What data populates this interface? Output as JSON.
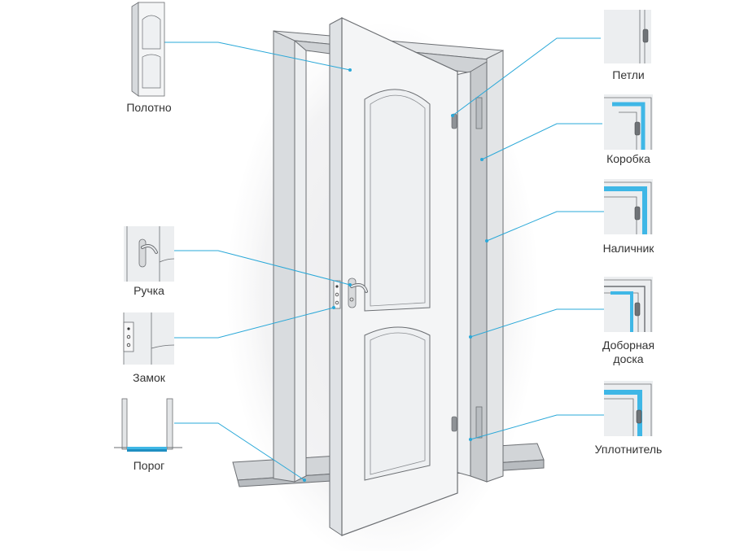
{
  "title": "",
  "colors": {
    "leader_line": "#2aa8d8",
    "accent_seal": "#3fb7e6",
    "door_fill": "#f4f5f6",
    "door_stroke": "#6b6e72",
    "frame_fill": "#d9dcdf",
    "shadow": "#e6e7e9"
  },
  "parts": {
    "leaf": {
      "label": "Полотно",
      "icon": "door-leaf-icon"
    },
    "handle": {
      "label": "Ручка",
      "icon": "door-handle-icon"
    },
    "lock": {
      "label": "Замок",
      "icon": "door-lock-icon"
    },
    "threshold": {
      "label": "Порог",
      "icon": "threshold-icon"
    },
    "hinges": {
      "label": "Петли",
      "icon": "hinge-icon"
    },
    "frame": {
      "label": "Коробка",
      "icon": "door-frame-icon"
    },
    "casing": {
      "label": "Наличник",
      "icon": "casing-icon"
    },
    "extension": {
      "label_line1": "Доборная",
      "label_line2": "доска",
      "icon": "extension-board-icon"
    },
    "seal": {
      "label": "Уплотнитель",
      "icon": "seal-icon"
    }
  }
}
